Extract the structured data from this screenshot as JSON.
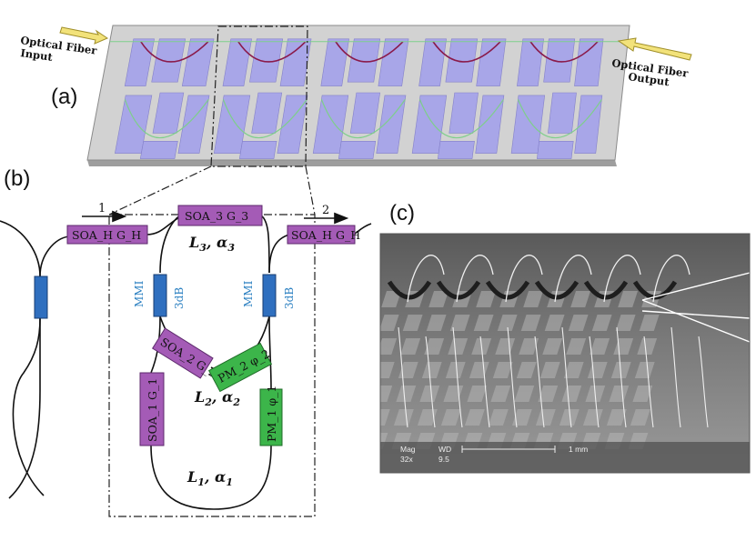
{
  "panels": {
    "a": "(a)",
    "b": "(b)",
    "c": "(c)"
  },
  "fiber": {
    "input_line1": "Optical Fiber",
    "input_line2": "Input",
    "output_line1": "Optical Fiber",
    "output_line2": "Output"
  },
  "circuit": {
    "arrow_in": "1",
    "arrow_out": "2",
    "soa_h_left": "SOA_H G_H",
    "soa_h_right": "SOA_H G_H",
    "soa3": "SOA_3 G_3",
    "soa2": "SOA_2 G_2",
    "soa1": "SOA_1 G_1",
    "pm2": "PM_2 φ_2",
    "pm1": "PM_1 φ_1",
    "mmi_left": "MMI",
    "db_left": "3dB",
    "mmi_right": "MMI",
    "db_right": "3dB",
    "loop3_main": "L",
    "loop3_sub": "3",
    "loop3_sep": ", α",
    "loop2_main": "L",
    "loop2_sub": "2",
    "loop2_sep": ", α",
    "loop1_main": "L",
    "loop1_sub": "1",
    "loop1_sep": ", α"
  },
  "sem": {
    "mag_label": "Mag",
    "mag_value": "32x",
    "wd_label": "WD",
    "wd_value": "9.5",
    "scale_label": "1 mm"
  },
  "colors": {
    "soa": "#a45bb6",
    "pm": "#3cb54a",
    "mmi": "#2f6fbf",
    "chip": "#cfcfcf",
    "pad": "#a8a6e8",
    "waveguide_green": "#7ecf8a",
    "waveguide_red": "#8a1a4a"
  }
}
